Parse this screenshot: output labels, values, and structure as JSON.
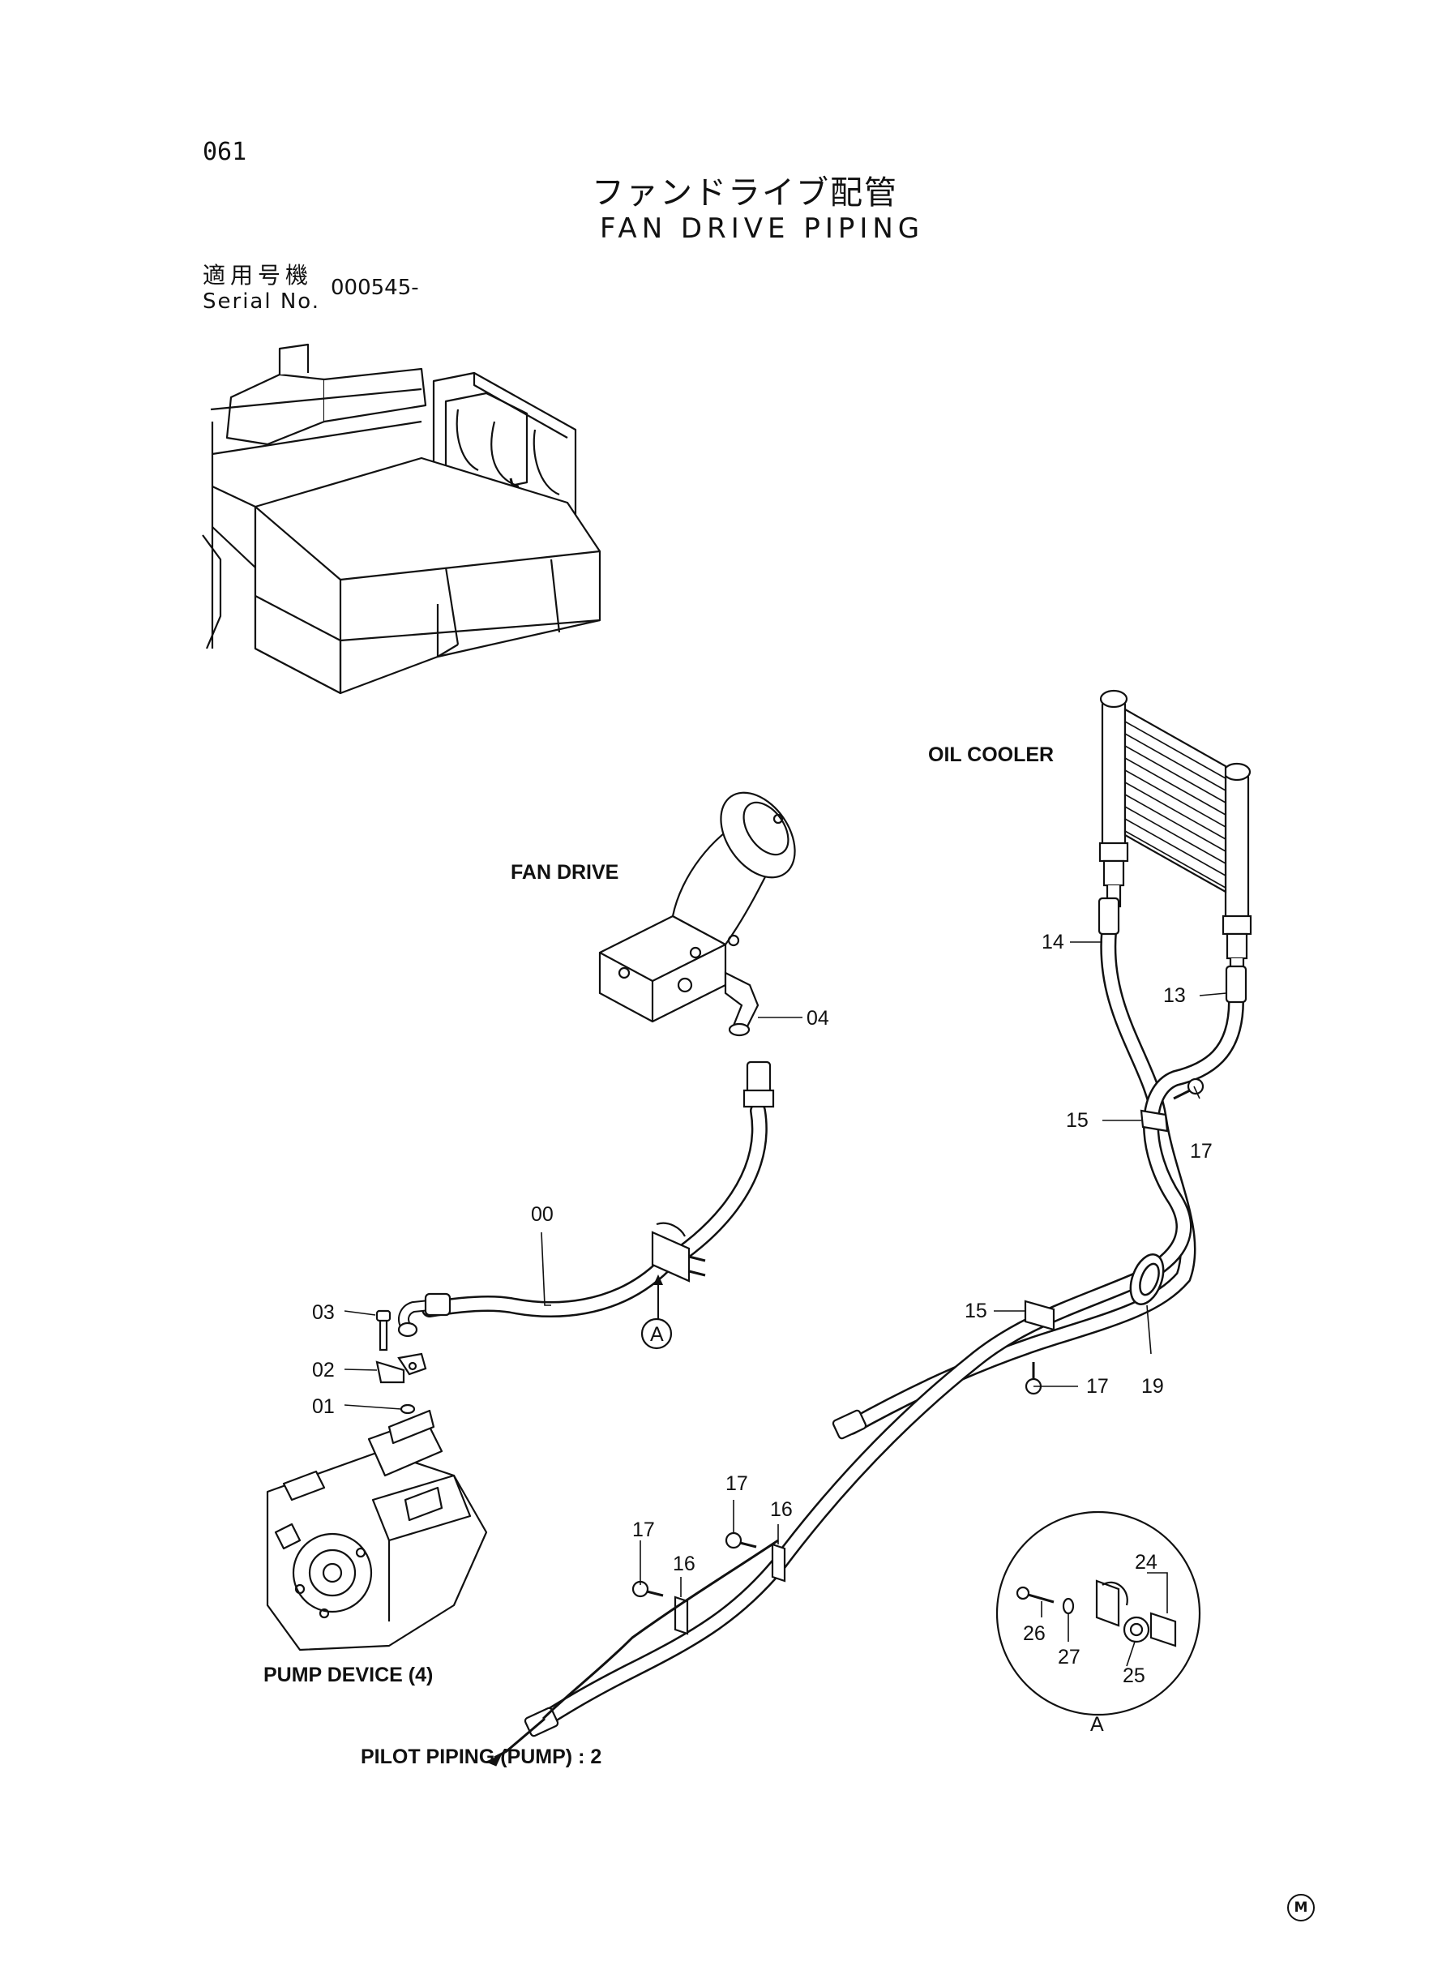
{
  "header": {
    "page_number": "061",
    "title_ja": "ファンドライブ配管",
    "title_en": "FAN DRIVE PIPING",
    "serial_label_ja": "適用号機",
    "serial_label_en": "Serial No.",
    "serial_value": "000545-"
  },
  "components": {
    "oil_cooler": "OIL COOLER",
    "fan_drive": "FAN DRIVE",
    "pump_device": "PUMP DEVICE (4)",
    "pilot_piping": "PILOT PIPING (PUMP) : 2"
  },
  "callouts": {
    "p00": "00",
    "p01": "01",
    "p02": "02",
    "p03": "03",
    "p04": "04",
    "p13": "13",
    "p14": "14",
    "p15a": "15",
    "p15b": "15",
    "p16a": "16",
    "p16b": "16",
    "p17a": "17",
    "p17b": "17",
    "p17c": "17",
    "p17d": "17",
    "p19": "19",
    "p24": "24",
    "p25": "25",
    "p26": "26",
    "p27": "27"
  },
  "detail": {
    "ref_marker": "A",
    "detail_label": "A"
  },
  "footer": {
    "mark": "M"
  }
}
